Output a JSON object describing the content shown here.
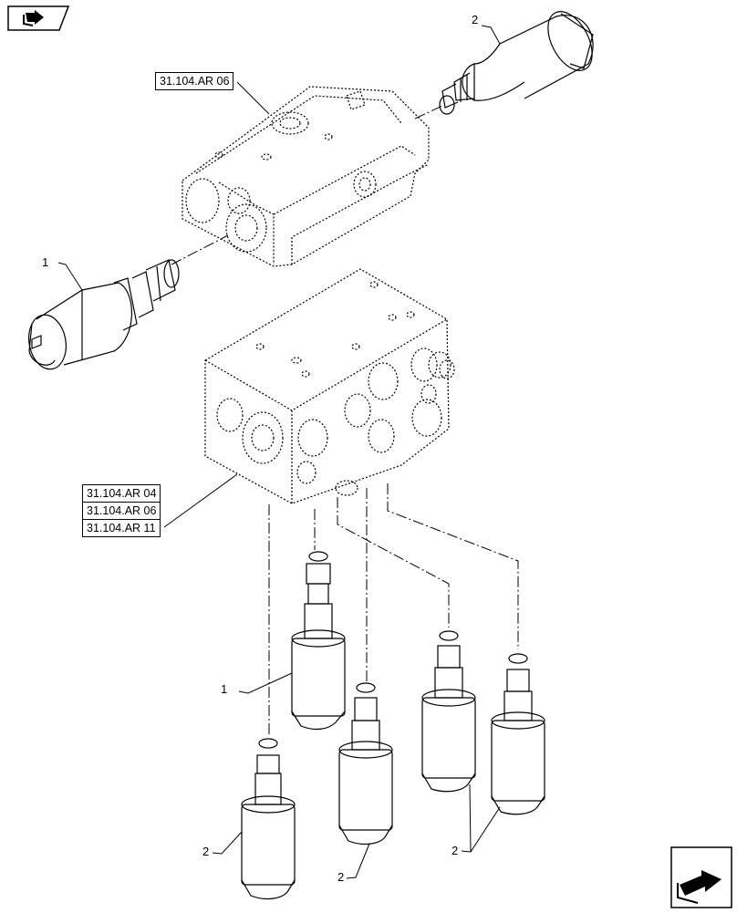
{
  "references": {
    "top": "31.104.AR 06",
    "stack": [
      "31.104.AR 04",
      "31.104.AR 06",
      "31.104.AR 11"
    ]
  },
  "callouts": {
    "top_right_solenoid": "2",
    "left_solenoid": "1",
    "bottom_solenoid_1": "1",
    "bottom_left_solenoid": "2",
    "bottom_mid_solenoid": "2",
    "bottom_right_pair": "2"
  },
  "icons": {
    "top_left": "book-arrow-icon",
    "bottom_right": "next-page-arrow-icon"
  }
}
